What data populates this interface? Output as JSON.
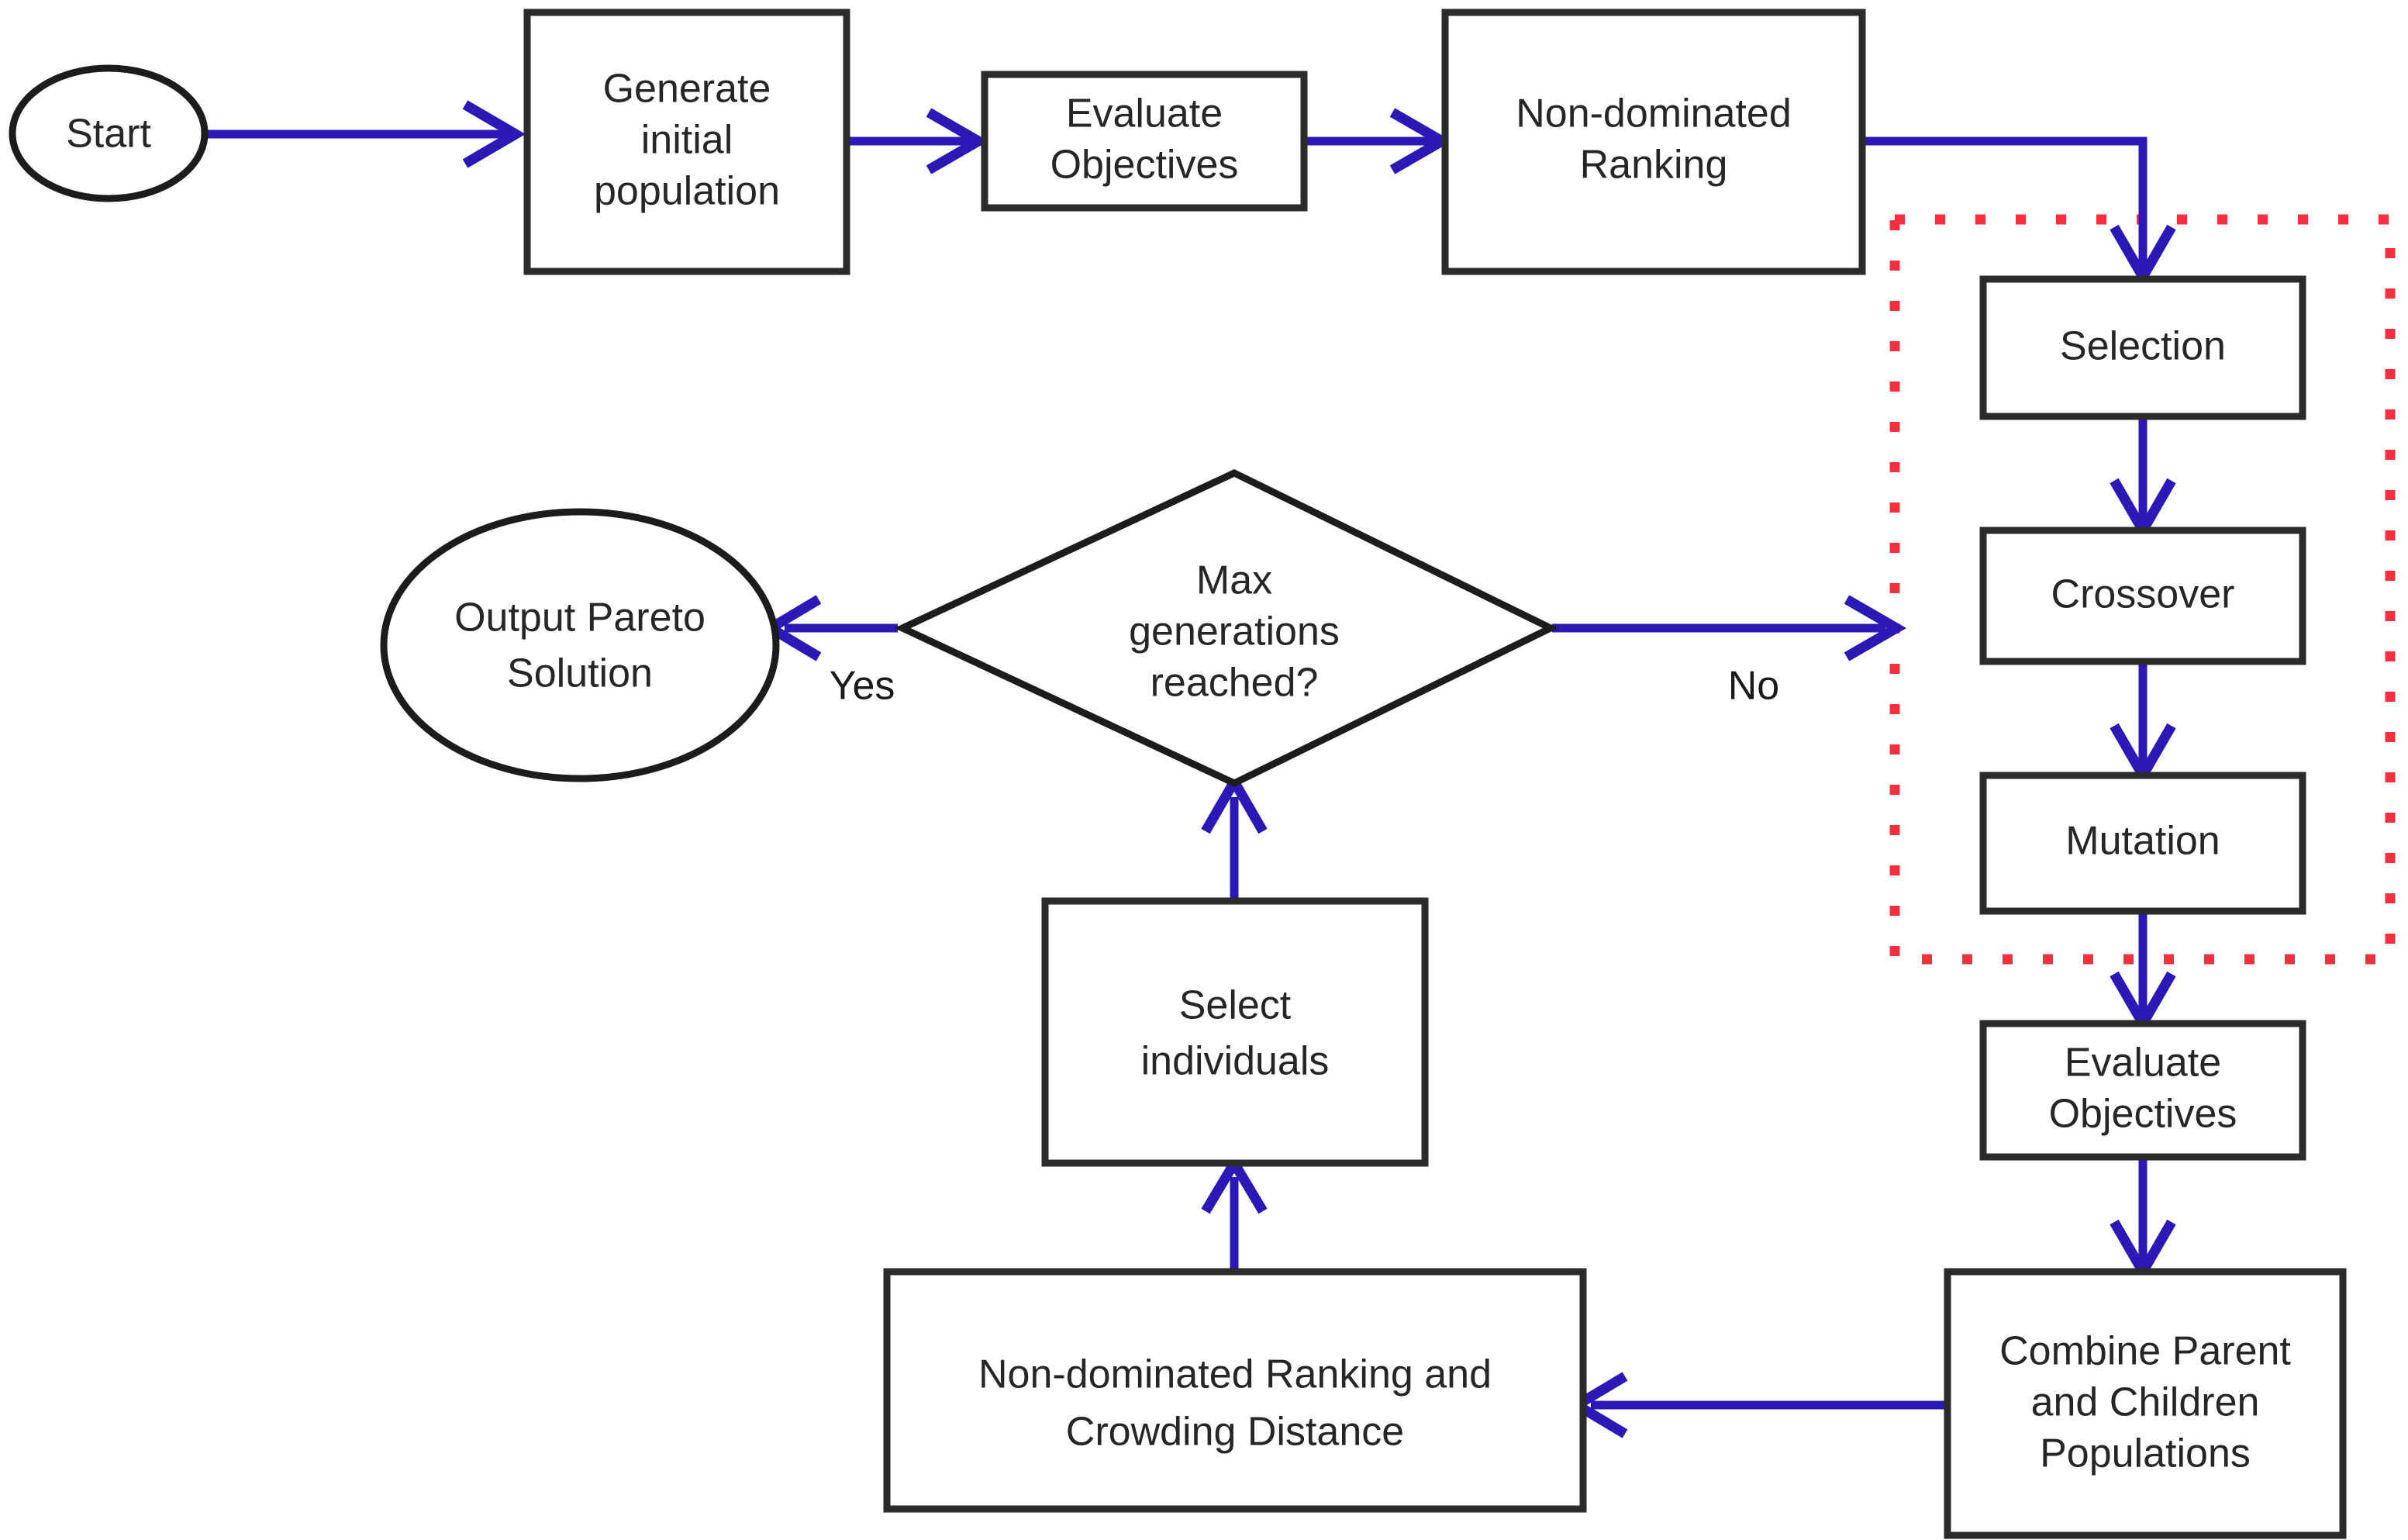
{
  "diagram": {
    "title": "NSGA-II Multi-objective Optimization Flowchart",
    "colors": {
      "connector": "#2b18b5",
      "node_border": "#2b2b2b",
      "group_border": "#f23040",
      "background": "#ffffff",
      "text": "#262626"
    },
    "nodes": [
      {
        "id": "start",
        "shape": "ellipse",
        "lines": [
          "Start"
        ]
      },
      {
        "id": "gen-init-pop",
        "shape": "rect",
        "lines": [
          "Generate",
          "initial",
          "population"
        ]
      },
      {
        "id": "eval-obj-1",
        "shape": "rect",
        "lines": [
          "Evaluate",
          "Objectives"
        ]
      },
      {
        "id": "nd-ranking",
        "shape": "rect",
        "lines": [
          "Non-dominated",
          "Ranking"
        ]
      },
      {
        "id": "selection",
        "shape": "rect",
        "lines": [
          "Selection"
        ]
      },
      {
        "id": "crossover",
        "shape": "rect",
        "lines": [
          "Crossover"
        ]
      },
      {
        "id": "mutation",
        "shape": "rect",
        "lines": [
          "Mutation"
        ]
      },
      {
        "id": "eval-obj-2",
        "shape": "rect",
        "lines": [
          "Evaluate",
          "Objectives"
        ]
      },
      {
        "id": "combine-pop",
        "shape": "rect",
        "lines": [
          "Combine Parent",
          "and Children",
          "Populations"
        ]
      },
      {
        "id": "nd-crowding",
        "shape": "rect",
        "lines": [
          "Non-dominated Ranking and",
          "Crowding Distance"
        ]
      },
      {
        "id": "select-ind",
        "shape": "rect",
        "lines": [
          "Select",
          "individuals"
        ]
      },
      {
        "id": "max-gen",
        "shape": "diamond",
        "lines": [
          "Max",
          "generations",
          "reached?"
        ]
      },
      {
        "id": "output-pareto",
        "shape": "ellipse",
        "lines": [
          "Output Pareto",
          "Solution"
        ]
      }
    ],
    "edge_labels": {
      "yes": "Yes",
      "no": "No"
    },
    "group_box": {
      "id": "genetic-operators-group",
      "style": "dotted-red",
      "contains": [
        "selection",
        "crossover",
        "mutation"
      ]
    },
    "edges": [
      {
        "from": "start",
        "to": "gen-init-pop",
        "label": ""
      },
      {
        "from": "gen-init-pop",
        "to": "eval-obj-1",
        "label": ""
      },
      {
        "from": "eval-obj-1",
        "to": "nd-ranking",
        "label": ""
      },
      {
        "from": "nd-ranking",
        "to": "selection",
        "label": ""
      },
      {
        "from": "selection",
        "to": "crossover",
        "label": ""
      },
      {
        "from": "crossover",
        "to": "mutation",
        "label": ""
      },
      {
        "from": "mutation",
        "to": "eval-obj-2",
        "label": ""
      },
      {
        "from": "eval-obj-2",
        "to": "combine-pop",
        "label": ""
      },
      {
        "from": "combine-pop",
        "to": "nd-crowding",
        "label": ""
      },
      {
        "from": "nd-crowding",
        "to": "select-ind",
        "label": ""
      },
      {
        "from": "select-ind",
        "to": "max-gen",
        "label": ""
      },
      {
        "from": "max-gen",
        "to": "output-pareto",
        "label": "Yes"
      },
      {
        "from": "max-gen",
        "to": "crossover",
        "label": "No"
      }
    ]
  }
}
